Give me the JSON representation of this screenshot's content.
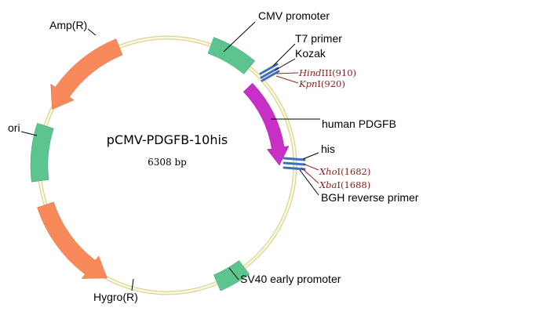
{
  "plasmid": {
    "name": "pCMV-PDGFB-10his",
    "size": "6308 bp"
  },
  "features": {
    "cmv": "CMV promoter",
    "t7": "T7 primer",
    "kozak": "Kozak",
    "pdgfb": "human PDGFB",
    "his": "his",
    "bgh": "BGH reverse primer",
    "sv40": "SV40 early promoter",
    "hygro": "Hygro(R)",
    "ori": "ori",
    "amp": "Amp(R)"
  },
  "sites": [
    {
      "name": "HindIII",
      "pos": "(910)"
    },
    {
      "name": "KpnI",
      "pos": "(920)"
    },
    {
      "name": "XhoI",
      "pos": "(1682)"
    },
    {
      "name": "XbaI",
      "pos": "(1688)"
    }
  ],
  "colors": {
    "backbone": "#e8e4a6",
    "promoter": "#5bc48f",
    "resistance": "#f7895a",
    "insert": "#c72fc7",
    "site_mark": "#3b6fc0",
    "site_text": "#8b1a1a"
  }
}
